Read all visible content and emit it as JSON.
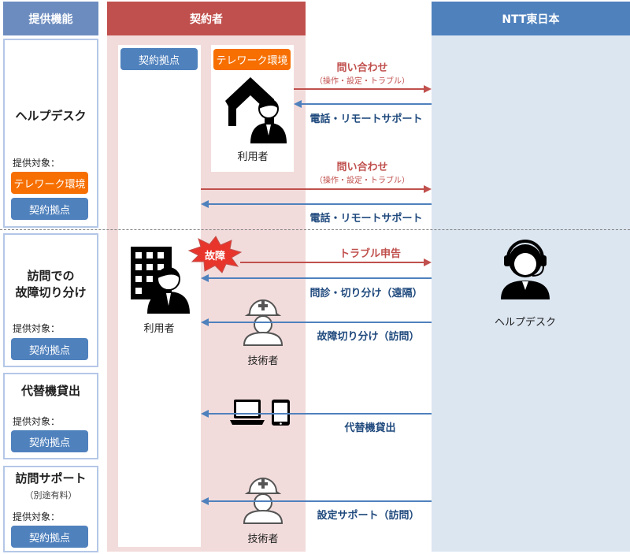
{
  "headers": {
    "functions": "提供機能",
    "contractor": "契約者",
    "ntt": "NTT東日本"
  },
  "functions": [
    {
      "title": "ヘルプデスク",
      "target_label": "提供対象：",
      "badges": [
        "テレワーク環境",
        "契約拠点"
      ]
    },
    {
      "title_line1": "訪問での",
      "title_line2": "故障切り分け",
      "target_label": "提供対象：",
      "badges": [
        "契約拠点"
      ]
    },
    {
      "title": "代替機貸出",
      "target_label": "提供対象：",
      "badges": [
        "契約拠点"
      ]
    },
    {
      "title": "訪問サポート",
      "subtitle": "（別途有料）",
      "target_label": "提供対象：",
      "badges": [
        "契約拠点"
      ]
    }
  ],
  "contractor_area": {
    "site_badge": "契約拠点",
    "telework_badge": "テレワーク環境",
    "user_label_top": "利用者",
    "user_label_main": "利用者",
    "fault_burst": "故障",
    "technician_label_1": "技術者",
    "technician_label_2": "技術者"
  },
  "ntt_area": {
    "helpdesk_label": "ヘルプデスク"
  },
  "arrows": {
    "inquiry_1": "問い合わせ",
    "inquiry_1_sub": "（操作・設定・トラブル）",
    "phone_remote_1": "電話・リモートサポート",
    "inquiry_2": "問い合わせ",
    "inquiry_2_sub": "（操作・設定・トラブル）",
    "phone_remote_2": "電話・リモートサポート",
    "trouble_report": "トラブル申告",
    "remote_diag": "問診・切り分け（遠隔）",
    "visit_isolation": "故障切り分け（訪問）",
    "loaner": "代替機貸出",
    "setup_visit": "設定サポート（訪問）"
  },
  "colors": {
    "contractor_red": "#c0504d",
    "ntt_blue": "#4f81bd",
    "telework_orange": "#f66f00",
    "arrow_red": "#c0504d",
    "arrow_blue": "#4f81bd"
  }
}
